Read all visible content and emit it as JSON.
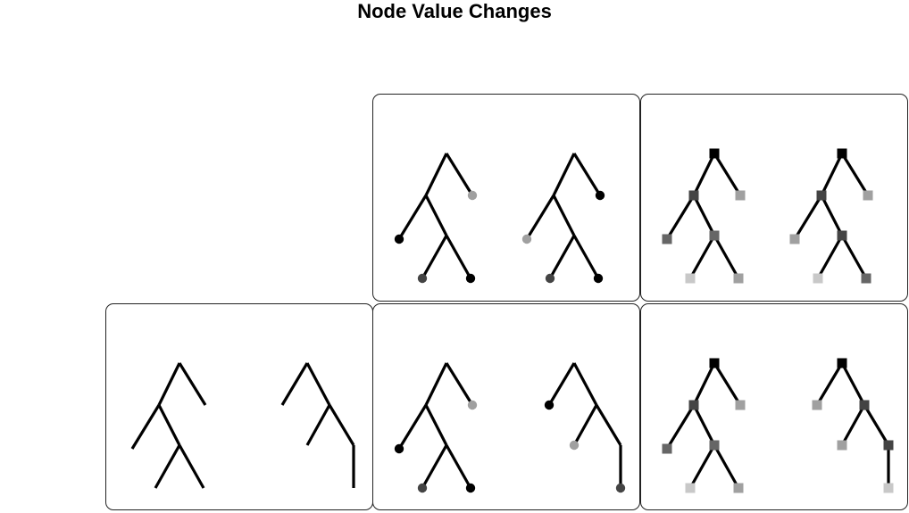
{
  "title": "Node Value Changes",
  "colors": {
    "edge": "#000000",
    "node_black": "#000000",
    "node_dark": "#444444",
    "node_mid": "#666666",
    "node_gray": "#888888",
    "node_light": "#a0a0a0",
    "node_lighter": "#c8c8c8"
  },
  "panels": [
    {
      "id": "top-middle",
      "marker": "circle",
      "trees": [
        {
          "shape": "A",
          "nodes": {
            "L": "#000000",
            "Rl": "#a0a0a0",
            "LRL": "#444444",
            "LRR": "#000000"
          }
        },
        {
          "shape": "A",
          "nodes": {
            "L": "#a0a0a0",
            "Rl": "#000000",
            "LRL": "#444444",
            "LRR": "#000000"
          }
        }
      ]
    },
    {
      "id": "top-right",
      "marker": "square",
      "trees": [
        {
          "shape": "A",
          "nodes": {
            "root": "#000000",
            "Lint": "#444444",
            "L": "#666666",
            "Rl": "#a0a0a0",
            "LRint": "#666666",
            "LRL": "#c8c8c8",
            "LRR": "#a0a0a0"
          }
        },
        {
          "shape": "A",
          "nodes": {
            "root": "#000000",
            "Lint": "#444444",
            "L": "#a0a0a0",
            "Rl": "#a0a0a0",
            "LRint": "#444444",
            "LRL": "#c8c8c8",
            "LRR": "#666666"
          }
        }
      ]
    },
    {
      "id": "bottom-left",
      "marker": "none",
      "trees": [
        {
          "shape": "A",
          "nodes": {}
        },
        {
          "shape": "B",
          "nodes": {}
        }
      ]
    },
    {
      "id": "bottom-middle",
      "marker": "circle",
      "trees": [
        {
          "shape": "A",
          "nodes": {
            "L": "#000000",
            "Rl": "#a0a0a0",
            "LRL": "#444444",
            "LRR": "#000000"
          }
        },
        {
          "shape": "B",
          "nodes": {
            "L": "#000000",
            "RL": "#a0a0a0",
            "RRR": "#444444"
          }
        }
      ]
    },
    {
      "id": "bottom-right",
      "marker": "square",
      "trees": [
        {
          "shape": "A",
          "nodes": {
            "root": "#000000",
            "Lint": "#444444",
            "L": "#666666",
            "Rl": "#a0a0a0",
            "LRint": "#666666",
            "LRL": "#c8c8c8",
            "LRR": "#a0a0a0"
          }
        },
        {
          "shape": "B",
          "nodes": {
            "root": "#000000",
            "L": "#a0a0a0",
            "Rint": "#444444",
            "RL": "#a0a0a0",
            "RRint": "#444444",
            "RRR": "#c8c8c8"
          }
        }
      ]
    }
  ]
}
